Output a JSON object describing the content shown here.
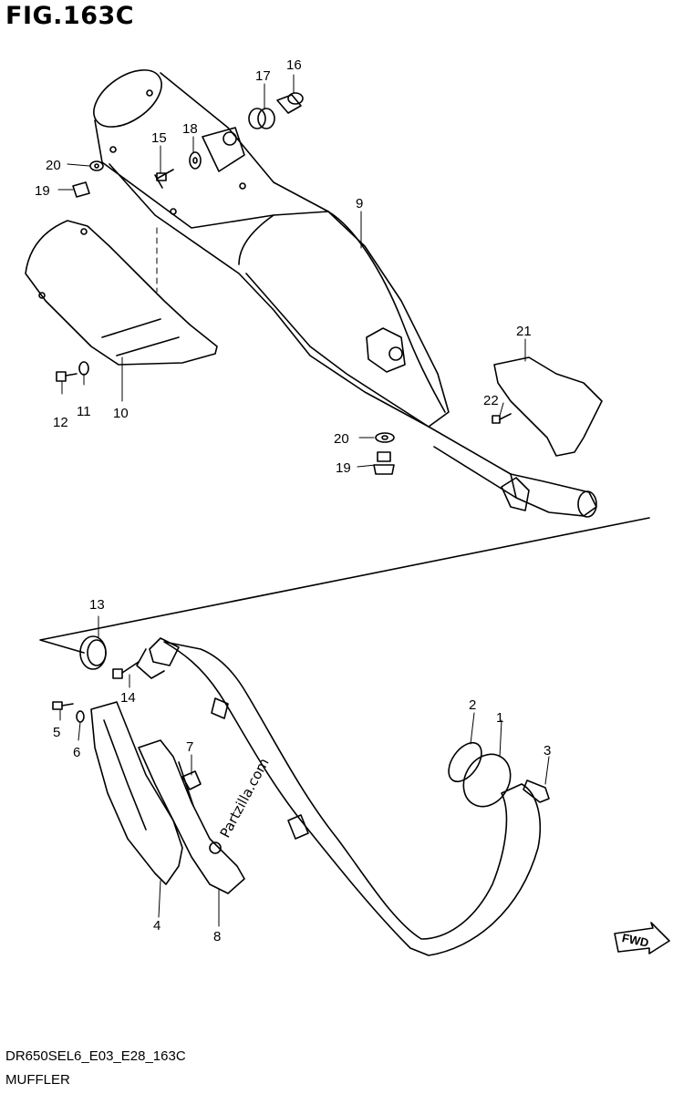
{
  "figure_title": "FIG.163C",
  "diagram_code": "DR650SEL6_E03_E28_163C",
  "section_name": "MUFFLER",
  "watermark": "Partzilla.com",
  "fwd_label": "FWD",
  "callouts": [
    {
      "id": "c1",
      "text": "1"
    },
    {
      "id": "c2",
      "text": "2"
    },
    {
      "id": "c3",
      "text": "3"
    },
    {
      "id": "c4",
      "text": "4"
    },
    {
      "id": "c5",
      "text": "5"
    },
    {
      "id": "c6",
      "text": "6"
    },
    {
      "id": "c7",
      "text": "7"
    },
    {
      "id": "c8",
      "text": "8"
    },
    {
      "id": "c9",
      "text": "9"
    },
    {
      "id": "c10",
      "text": "10"
    },
    {
      "id": "c11",
      "text": "11"
    },
    {
      "id": "c12",
      "text": "12"
    },
    {
      "id": "c13",
      "text": "13"
    },
    {
      "id": "c14",
      "text": "14"
    },
    {
      "id": "c15",
      "text": "15"
    },
    {
      "id": "c16",
      "text": "16"
    },
    {
      "id": "c17",
      "text": "17"
    },
    {
      "id": "c18",
      "text": "18"
    },
    {
      "id": "c19a",
      "text": "19"
    },
    {
      "id": "c19b",
      "text": "19"
    },
    {
      "id": "c20a",
      "text": "20"
    },
    {
      "id": "c20b",
      "text": "20"
    },
    {
      "id": "c21",
      "text": "21"
    },
    {
      "id": "c22",
      "text": "22"
    }
  ]
}
